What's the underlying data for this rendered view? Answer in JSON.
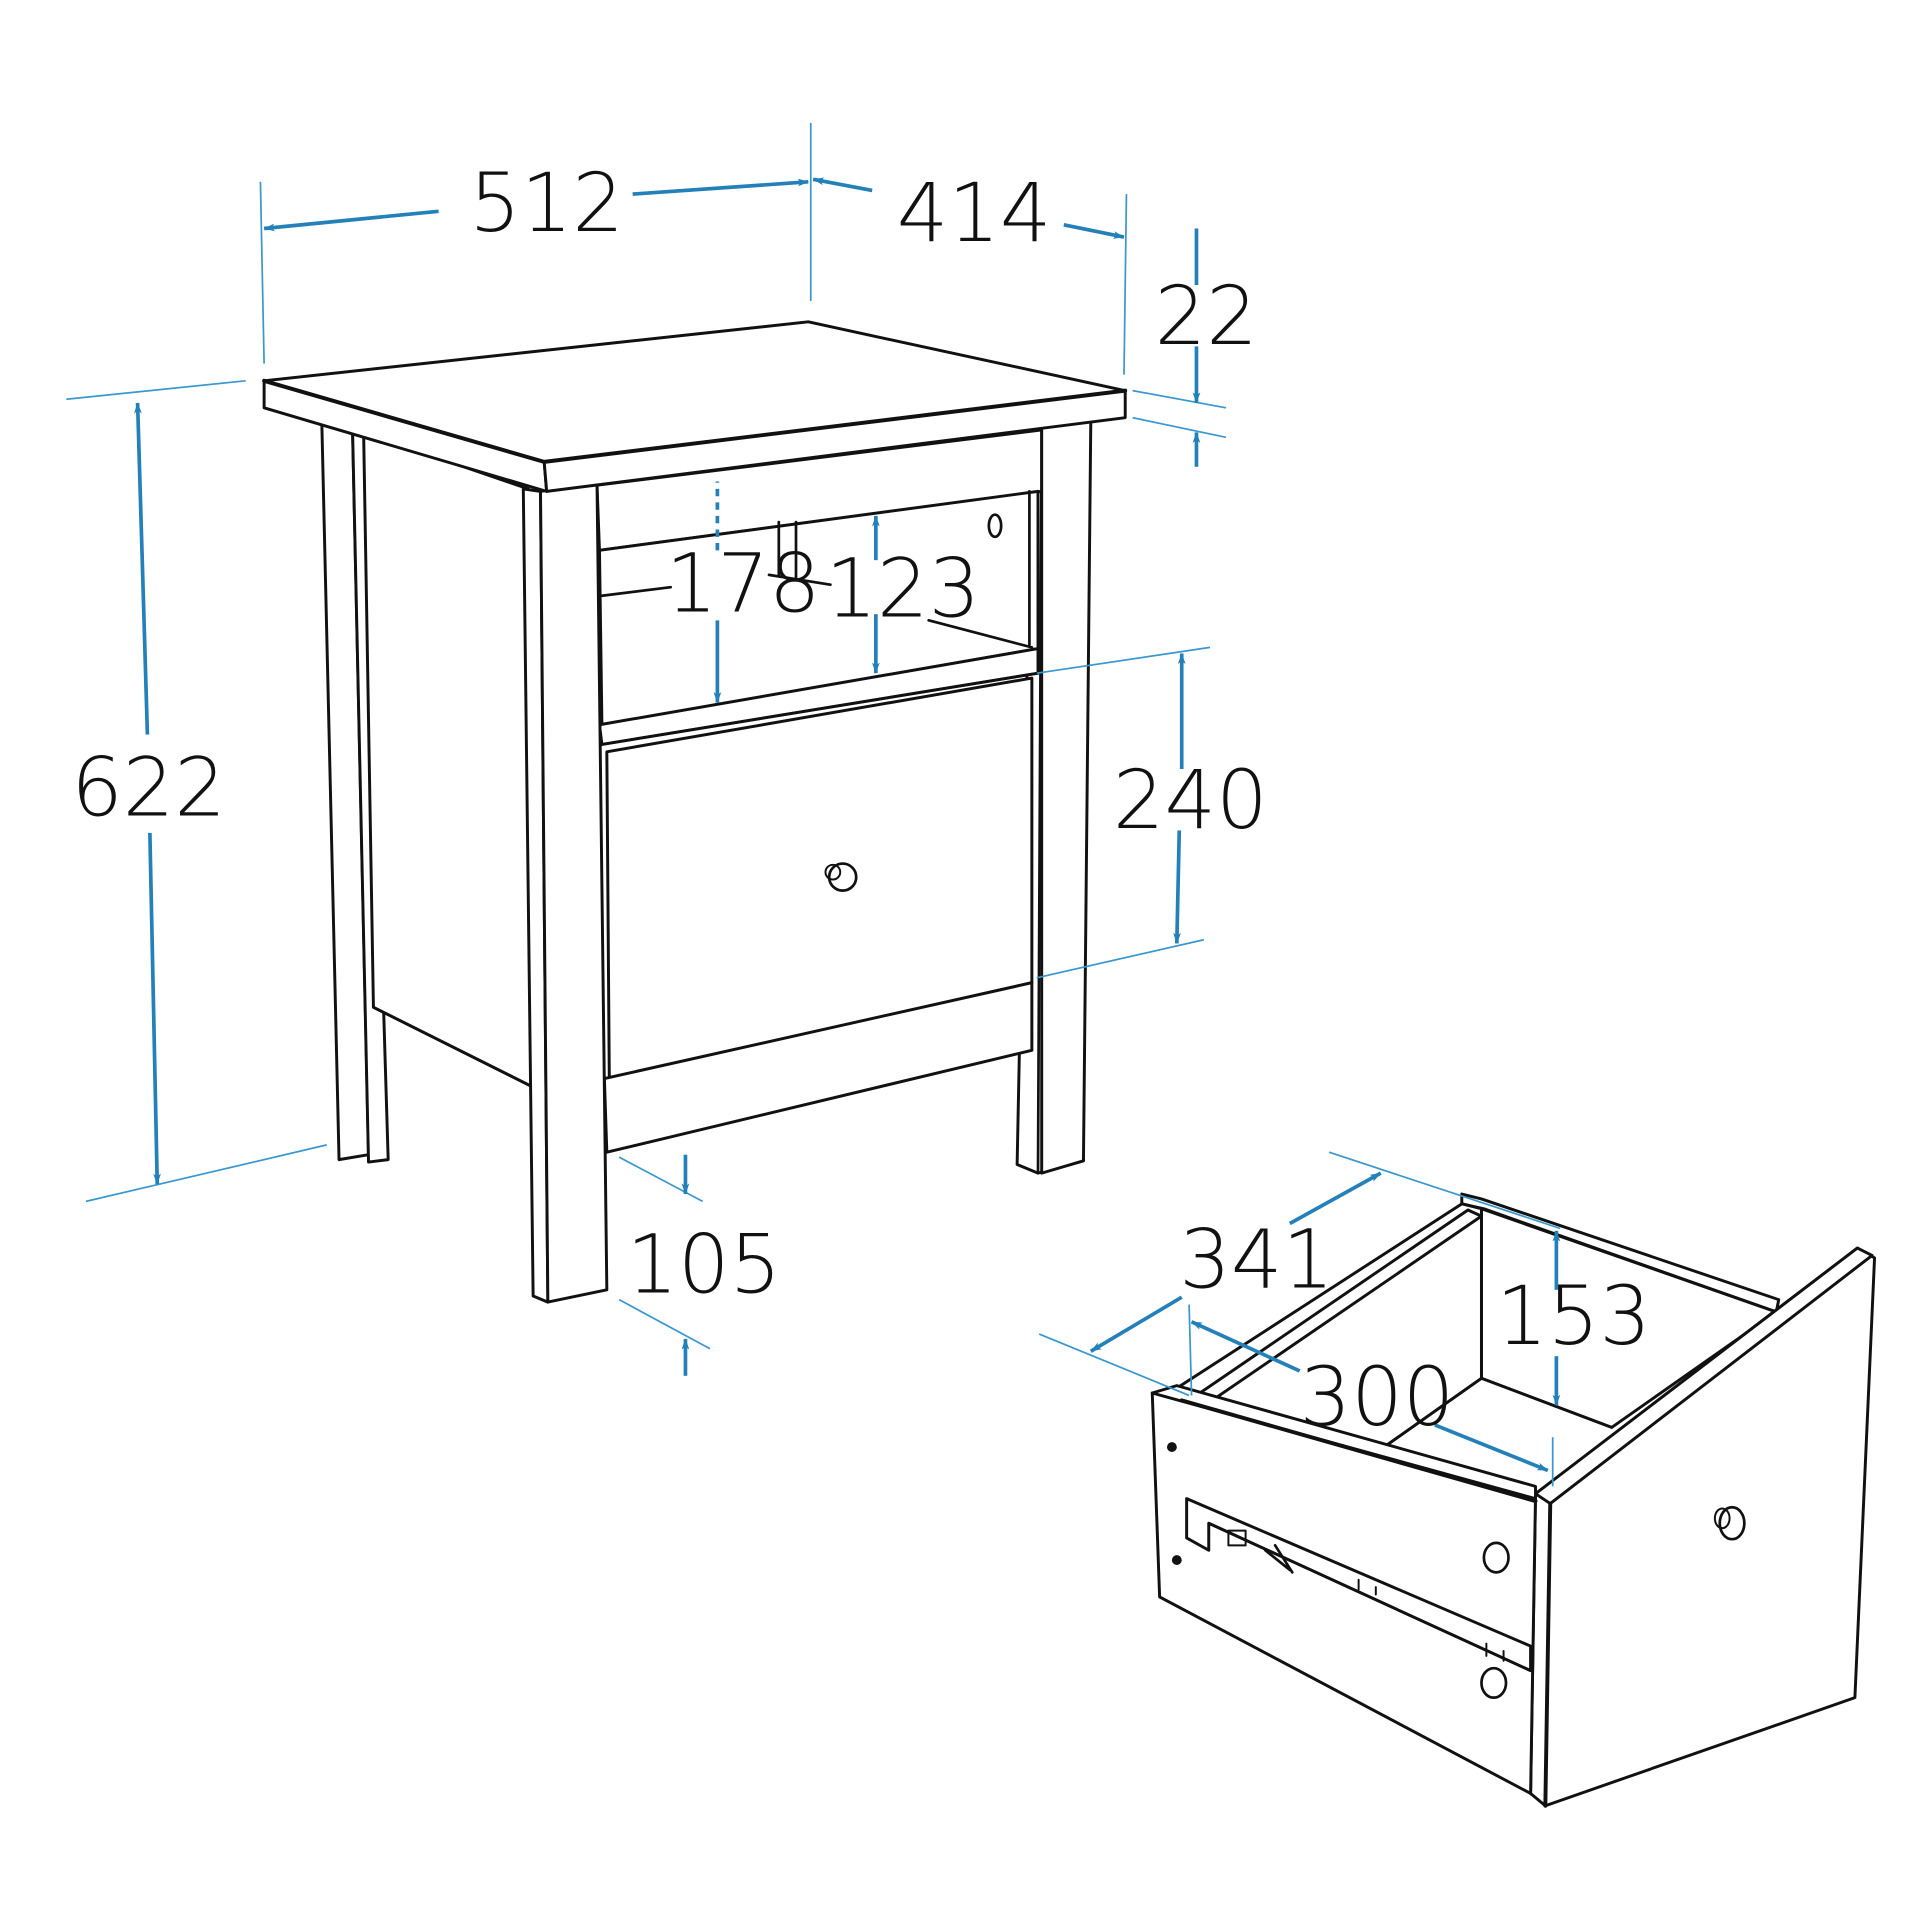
{
  "diagram": {
    "title": "Bedside table with drawer - dimensions (mm)",
    "colors": {
      "line": "#111111",
      "dimension": "#2380b9",
      "extension": "#3a97cf",
      "background": "#ffffff"
    },
    "dimensions": {
      "width": "512",
      "depth": "414",
      "top_thickness": "22",
      "height": "622",
      "shelf_opening_outer": "178",
      "shelf_opening_inner": "123",
      "drawer_front_height": "240",
      "leg_clearance": "105",
      "drawer_depth_outer": "341",
      "drawer_depth_inner": "300",
      "drawer_inner_height": "153"
    },
    "components": [
      "tabletop",
      "legs",
      "open-shelf",
      "drawer-front",
      "drawer-knob",
      "removed-drawer",
      "drawer-runner"
    ]
  }
}
